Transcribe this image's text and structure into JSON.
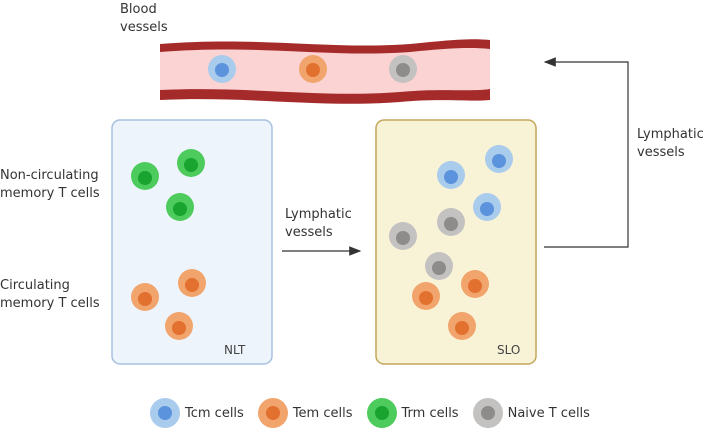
{
  "labels": {
    "blood_vessels": "Blood\nvessels",
    "lymphatic_vessels_mid": "Lymphatic\nvessels",
    "lymphatic_vessels_right": "Lymphatic\nvessels",
    "non_circulating": "Non-circulating\nmemory T cells",
    "circulating": "Circulating\nmemory T cells",
    "nlt": "NLT",
    "slo": "SLO"
  },
  "colors": {
    "tcm": {
      "outer": "#a9cbec",
      "inner": "#5b93dd"
    },
    "tem": {
      "outer": "#f1a46c",
      "inner": "#e2702f"
    },
    "trm": {
      "outer": "#4ecb5d",
      "inner": "#19a32f"
    },
    "naive": {
      "outer": "#c4c1c1",
      "inner": "#8e8b8b"
    },
    "nlt_box": {
      "fill": "#eef4fb",
      "stroke": "#a6c1dd"
    },
    "slo_box": {
      "fill": "#f8f3d7",
      "stroke": "#c1a75a"
    },
    "vessel_wall": "#a52a2a",
    "vessel_lumen": "#fbd3d3"
  },
  "legend": [
    {
      "key": "tcm",
      "label": "Tcm cells"
    },
    {
      "key": "tem",
      "label": "Tem cells"
    },
    {
      "key": "trm",
      "label": "Trm cells"
    },
    {
      "key": "naive",
      "label": "Naive T cells"
    }
  ]
}
